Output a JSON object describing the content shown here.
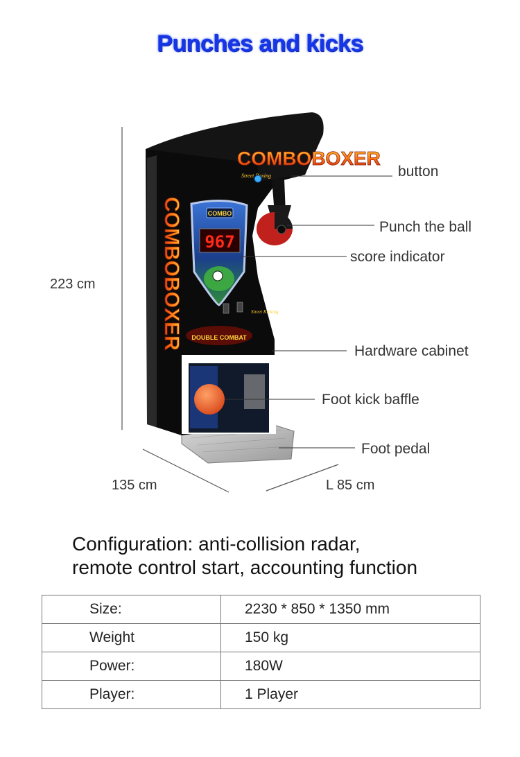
{
  "title": "Punches and kicks",
  "machine": {
    "header_logo": "COMBOBOXER",
    "side_logo": "COMBOBOXER",
    "score": "967",
    "labels_small": [
      "Street Boxing",
      "Street Kicking",
      "DOUBLE COMBAT"
    ]
  },
  "callouts": [
    {
      "id": "button",
      "label": "button"
    },
    {
      "id": "punch",
      "label": "Punch the ball"
    },
    {
      "id": "score",
      "label": "score indicator"
    },
    {
      "id": "cabinet",
      "label": "Hardware cabinet"
    },
    {
      "id": "baffle",
      "label": "Foot kick baffle"
    },
    {
      "id": "pedal",
      "label": "Foot pedal"
    }
  ],
  "dimensions": {
    "height": "223 cm",
    "depth": "135 cm",
    "length": "L 85 cm"
  },
  "configuration": [
    "Configuration: anti-collision radar,",
    "remote control start, accounting function"
  ],
  "specs": [
    {
      "key": "Size:",
      "value": "2230 * 850 * 1350 mm"
    },
    {
      "key": "Weight",
      "value": "150 kg"
    },
    {
      "key": "Power:",
      "value": "180W"
    },
    {
      "key": "Player:",
      "value": "1 Player"
    }
  ],
  "colors": {
    "title": "#1636e6",
    "cabinet": "#0b0b0b",
    "glove": "#c0211c",
    "ball": "#e8642a",
    "logo": "#ff8a1e"
  }
}
